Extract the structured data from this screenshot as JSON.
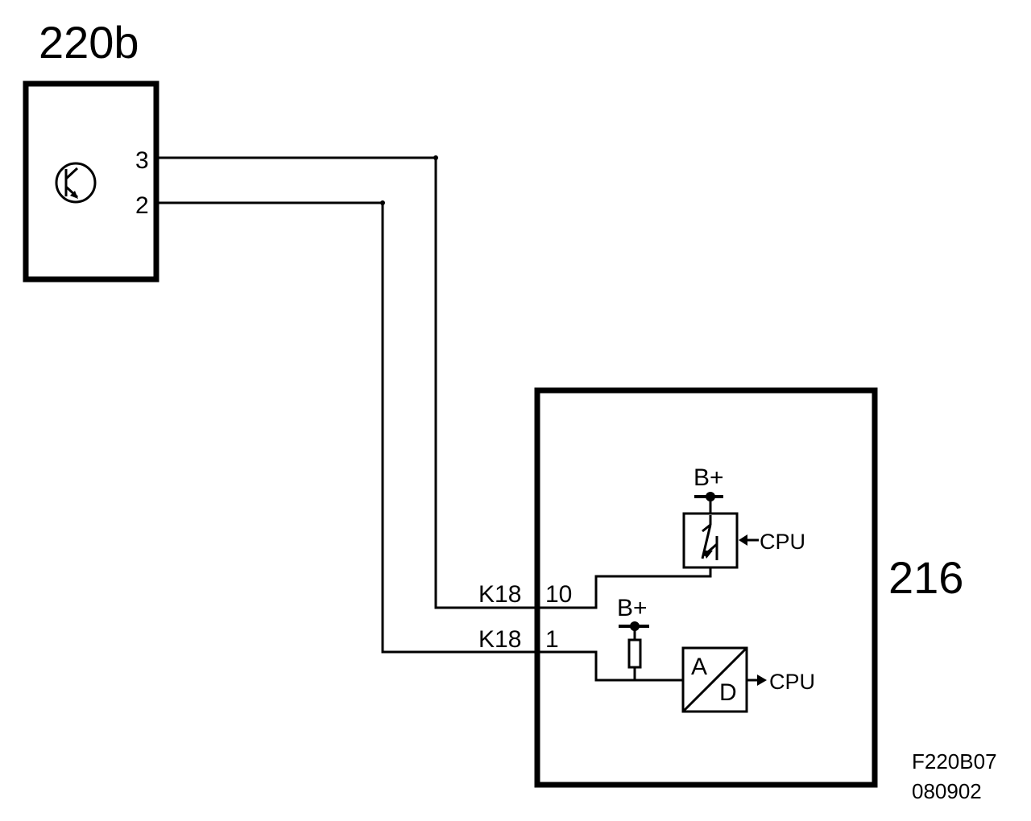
{
  "components": {
    "sensor": {
      "id": "220b",
      "pin_top": "3",
      "pin_bottom": "2"
    },
    "control_unit": {
      "id": "216"
    }
  },
  "connectors": {
    "upper": {
      "name": "K18",
      "pin": "10"
    },
    "lower": {
      "name": "K18",
      "pin": "1"
    }
  },
  "internal": {
    "supply_label": "B+",
    "cpu_label": "CPU",
    "adc_in": "A",
    "adc_out": "D"
  },
  "footer": {
    "code": "F220B07",
    "date": "080902"
  }
}
